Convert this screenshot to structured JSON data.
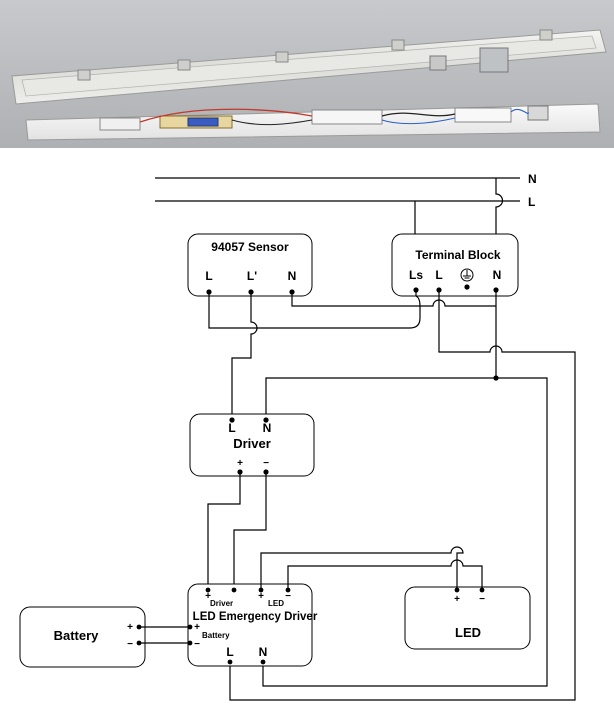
{
  "photo": {
    "description_icon": "luminaire-photo"
  },
  "mains": {
    "neutral": "N",
    "live": "L"
  },
  "sensor": {
    "title": "94057 Sensor",
    "t1": "L",
    "t2": "L'",
    "t3": "N"
  },
  "terminal_block": {
    "title": "Terminal Block",
    "t1": "Ls",
    "t2": "L",
    "t3": "N",
    "earth_icon": "earth-ground-icon"
  },
  "driver": {
    "title": "Driver",
    "t_l": "L",
    "t_n": "N",
    "plus": "+",
    "minus": "−"
  },
  "emergency": {
    "title": "LED Emergency Driver",
    "driver_plus": "+",
    "driver_label": "Driver",
    "led_plus": "+",
    "led_minus": "−",
    "led_label": "LED",
    "batt_plus": "+",
    "batt_minus": "−",
    "batt_label": "Battery",
    "t_l": "L",
    "t_n": "N"
  },
  "battery": {
    "title": "Battery",
    "plus": "+",
    "minus": "−"
  },
  "led": {
    "title": "LED",
    "plus": "+",
    "minus": "−"
  }
}
